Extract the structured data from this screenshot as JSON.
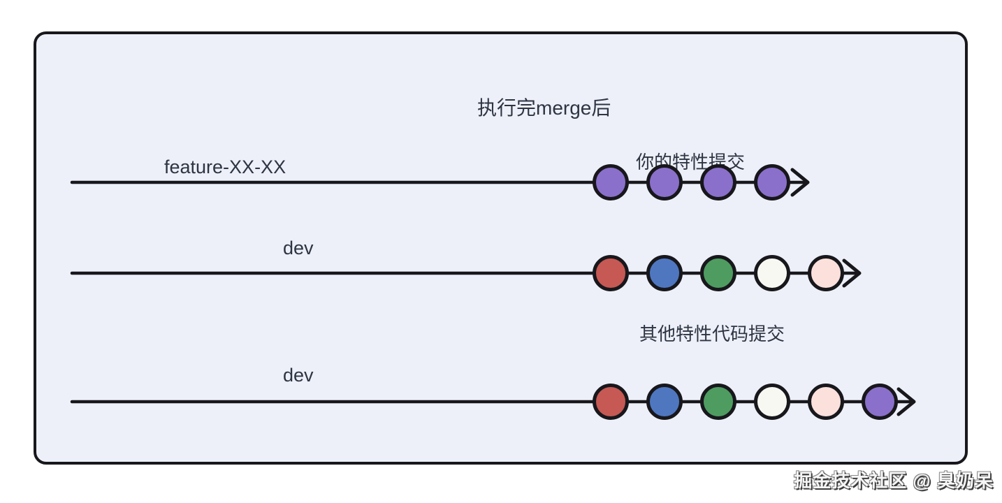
{
  "title": "执行完merge后",
  "watermark": "掘金技术社区 @ 臭奶呆",
  "colors": {
    "line": "#17171c",
    "text": "#2d3442",
    "canvas_background": "#EDF0F8",
    "canvas_border": "#17171c",
    "purple": "#8A70CB",
    "red": "#C65953",
    "blue": "#4E77C0",
    "green": "#4F9C61",
    "white": "#F8F8F2",
    "pink": "#FBE0DC"
  },
  "branches": [
    {
      "name": "feature-XX-XX",
      "annotation": "你的特性提交",
      "commits": [
        "purple",
        "purple",
        "purple",
        "purple"
      ]
    },
    {
      "name": "dev",
      "annotation": "",
      "commits": [
        "red",
        "blue",
        "green",
        "white",
        "pink"
      ]
    },
    {
      "name": "dev",
      "annotation": "其他特性代码提交",
      "commits": [
        "red",
        "blue",
        "green",
        "white",
        "pink",
        "purple"
      ]
    }
  ]
}
